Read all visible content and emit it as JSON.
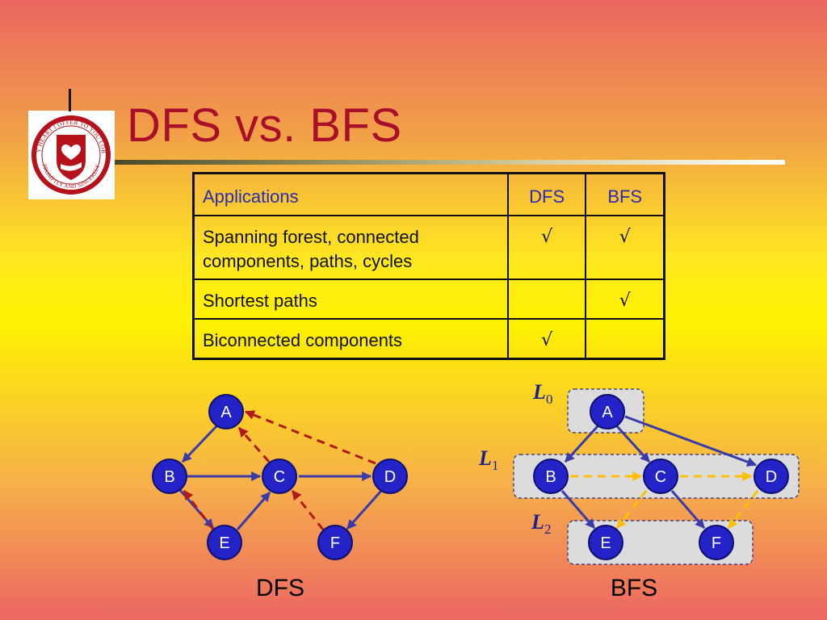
{
  "slide": {
    "title": "DFS vs. BFS",
    "logo": {
      "top_text": "MY HEART I OFFER TO YOU LORD",
      "bottom_text": "PROMPTLY AND SINCERELY",
      "ring_color": "#b5121b",
      "icon": "heart-in-hand-seal"
    }
  },
  "table": {
    "headers": [
      "Applications",
      "DFS",
      "BFS"
    ],
    "rows": [
      {
        "app_line1": "Spanning forest, connected",
        "app_line2": "components, paths, cycles",
        "dfs": "√",
        "bfs": "√"
      },
      {
        "app_line1": "Shortest paths",
        "app_line2": "",
        "dfs": "",
        "bfs": "√"
      },
      {
        "app_line1": "Biconnected components",
        "app_line2": "",
        "dfs": "√",
        "bfs": ""
      }
    ]
  },
  "dfs_graph": {
    "caption": "DFS",
    "nodes": [
      "A",
      "B",
      "C",
      "D",
      "E",
      "F"
    ],
    "discovery_edges": [
      [
        "A",
        "B"
      ],
      [
        "B",
        "C"
      ],
      [
        "C",
        "D"
      ],
      [
        "B",
        "E"
      ],
      [
        "E",
        "C"
      ],
      [
        "D",
        "F"
      ]
    ],
    "back_edges": [
      [
        "C",
        "A"
      ],
      [
        "D",
        "A"
      ],
      [
        "E",
        "B"
      ],
      [
        "F",
        "C"
      ]
    ]
  },
  "bfs_graph": {
    "caption": "BFS",
    "levels": [
      {
        "label": "L",
        "sub": "0",
        "nodes": [
          "A"
        ]
      },
      {
        "label": "L",
        "sub": "1",
        "nodes": [
          "B",
          "C",
          "D"
        ]
      },
      {
        "label": "L",
        "sub": "2",
        "nodes": [
          "E",
          "F"
        ]
      }
    ],
    "discovery_edges": [
      [
        "A",
        "B"
      ],
      [
        "A",
        "C"
      ],
      [
        "A",
        "D"
      ],
      [
        "B",
        "E"
      ],
      [
        "C",
        "F"
      ]
    ],
    "cross_edges": [
      [
        "B",
        "C"
      ],
      [
        "C",
        "D"
      ],
      [
        "C",
        "E"
      ],
      [
        "D",
        "F"
      ]
    ]
  },
  "colors": {
    "title": "#a8102a",
    "node_fill": "#2323c8",
    "discovery_edge": "#3a3aa8",
    "back_edge": "#b01a1a",
    "cross_edge": "#ffc000",
    "level_box": "#dcdcdc"
  }
}
